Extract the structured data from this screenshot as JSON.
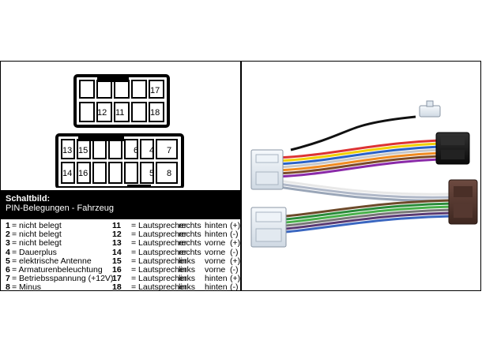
{
  "title": {
    "heading": "Schaltbild:",
    "subheading": "PIN-Belegungen - Fahrzeug"
  },
  "connector_top": {
    "labels": [
      "17",
      "12",
      "11",
      "18"
    ]
  },
  "connector_bottom": {
    "labels": [
      "13",
      "15",
      "6",
      "4",
      "7",
      "14",
      "16",
      "5",
      "8"
    ]
  },
  "pins_left": [
    {
      "num": "1",
      "text": "= nicht belegt"
    },
    {
      "num": "2",
      "text": "= nicht belegt"
    },
    {
      "num": "3",
      "text": "= nicht belegt"
    },
    {
      "num": "4",
      "text": "= Dauerplus"
    },
    {
      "num": "5",
      "text": "= elektrische Antenne"
    },
    {
      "num": "6",
      "text": "= Armaturenbeleuchtung"
    },
    {
      "num": "7",
      "text": "= Betriebsspannung (+12V)"
    },
    {
      "num": "8",
      "text": "= Minus"
    }
  ],
  "pins_right": [
    {
      "num": "11",
      "sep": "= Lautsprecher",
      "side": "rechts",
      "pos": "hinten",
      "pol": "(+)"
    },
    {
      "num": "12",
      "sep": "= Lautsprecher",
      "side": "rechts",
      "pos": "hinten",
      "pol": "(-)"
    },
    {
      "num": "13",
      "sep": "= Lautsprecher",
      "side": "rechts",
      "pos": "vorne",
      "pol": "(+)"
    },
    {
      "num": "14",
      "sep": "= Lautsprecher",
      "side": "rechts",
      "pos": "vorne",
      "pol": "(-)"
    },
    {
      "num": "15",
      "sep": "= Lautsprecher",
      "side": "links",
      "pos": "vorne",
      "pol": "(+)"
    },
    {
      "num": "16",
      "sep": "= Lautsprecher",
      "side": "links",
      "pos": "vorne",
      "pol": "(-)"
    },
    {
      "num": "17",
      "sep": "= Lautsprecher",
      "side": "links",
      "pos": "hinten",
      "pol": "(+)"
    },
    {
      "num": "18",
      "sep": "= Lautsprecher",
      "side": "links",
      "pos": "hinten",
      "pol": "(-)"
    }
  ],
  "colors": {
    "frame": "#000000",
    "title_bar_bg": "#000000",
    "title_bar_text": "#ffffff",
    "plug_white": "#e9eff5",
    "iso_black": "#1a1a1a",
    "iso_brown": "#5a3a32"
  },
  "photo": {
    "subject": "wiring-harness-adapter"
  }
}
